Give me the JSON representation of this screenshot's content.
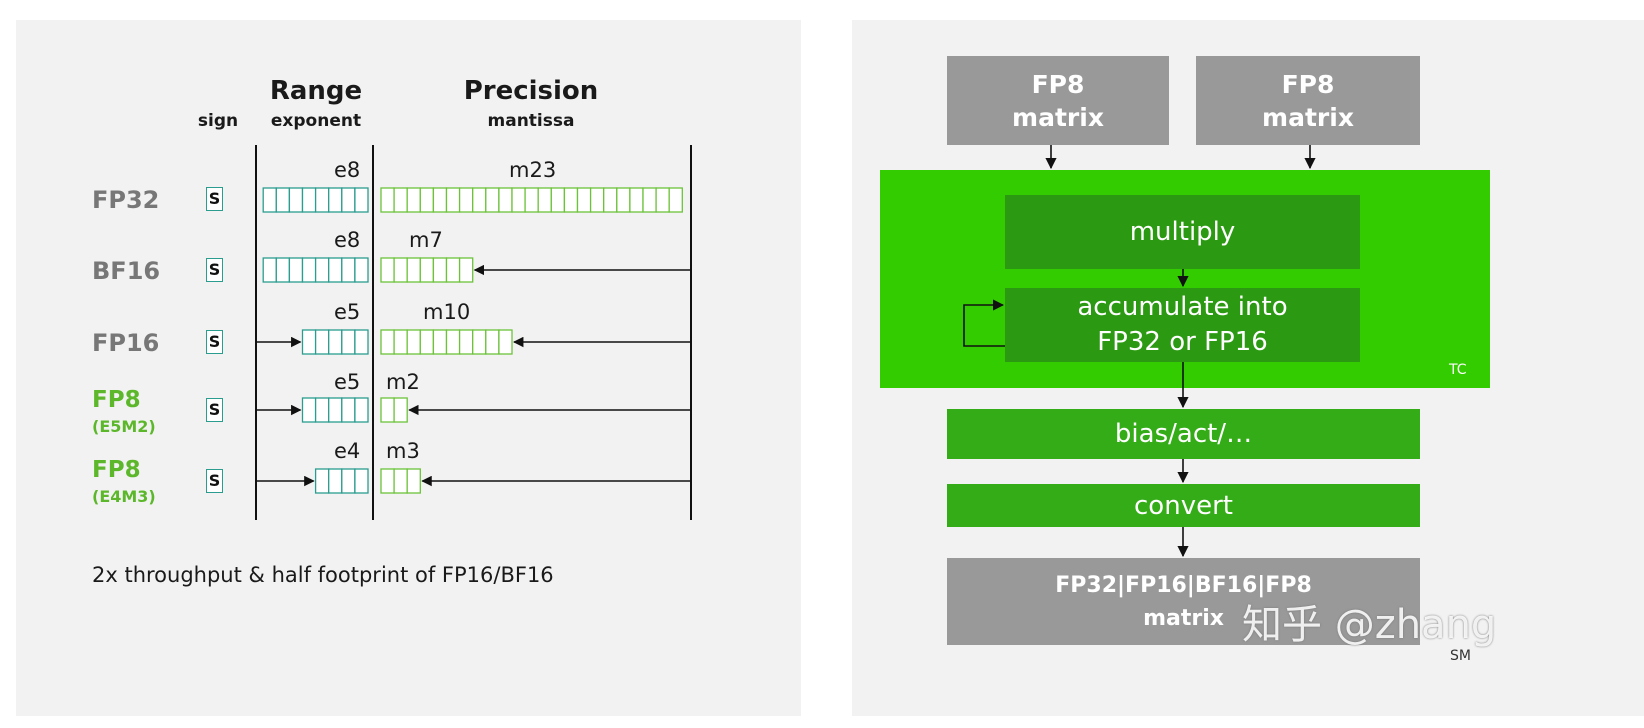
{
  "left": {
    "headers": {
      "range": "Range",
      "precision": "Precision",
      "sign": "sign",
      "exponent": "exponent",
      "mantissa": "mantissa"
    },
    "sign_glyph": "S",
    "rows": [
      {
        "name": "FP32",
        "sub": "",
        "highlight": false,
        "exp_label": "e8",
        "man_label": "m23",
        "exp_bits": 8,
        "man_bits": 23
      },
      {
        "name": "BF16",
        "sub": "",
        "highlight": false,
        "exp_label": "e8",
        "man_label": "m7",
        "exp_bits": 8,
        "man_bits": 7
      },
      {
        "name": "FP16",
        "sub": "",
        "highlight": false,
        "exp_label": "e5",
        "man_label": "m10",
        "exp_bits": 5,
        "man_bits": 10
      },
      {
        "name": "FP8",
        "sub": "(E5M2)",
        "highlight": true,
        "exp_label": "e5",
        "man_label": "m2",
        "exp_bits": 5,
        "man_bits": 2
      },
      {
        "name": "FP8",
        "sub": "(E4M3)",
        "highlight": true,
        "exp_label": "e4",
        "man_label": "m3",
        "exp_bits": 4,
        "man_bits": 3
      }
    ],
    "footnote": "2x throughput & half footprint of FP16/BF16"
  },
  "right": {
    "input_a": [
      "FP8",
      "matrix"
    ],
    "input_b": [
      "FP8",
      "matrix"
    ],
    "multiply": "multiply",
    "accumulate": [
      "accumulate into",
      "FP32 or FP16"
    ],
    "tc_label": "TC",
    "bias": "bias/act/…",
    "convert": "convert",
    "output": [
      "FP32|FP16|BF16|FP8",
      "matrix"
    ],
    "sm_label": "SM",
    "watermark": "知乎 @zhang"
  },
  "colors": {
    "teal": "#2a9d8f",
    "green": "#6cc33a",
    "bright_green": "#33cc00",
    "dark_green": "#2b9a12",
    "gray": "#999999"
  }
}
